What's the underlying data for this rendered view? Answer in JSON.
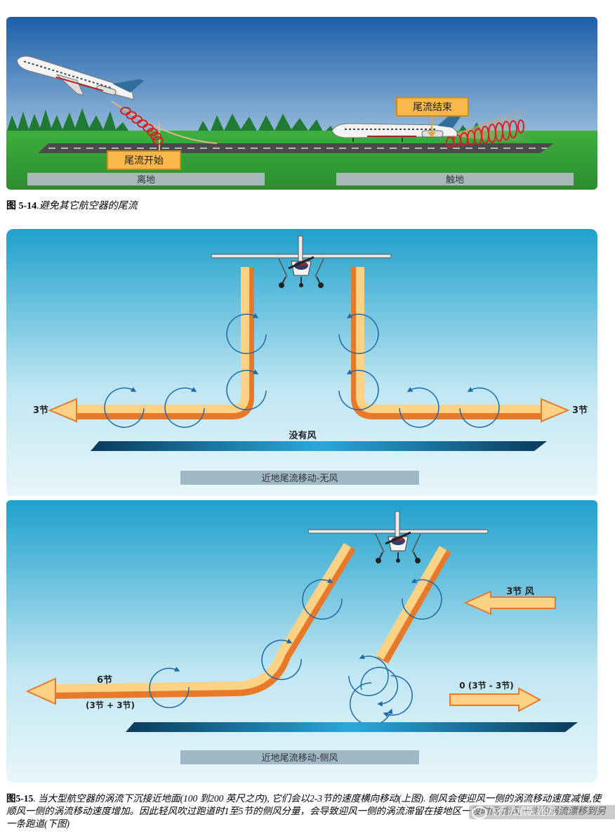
{
  "figure1": {
    "labels": {
      "wake_start": "尾流开始",
      "wake_end": "尾流结束",
      "takeoff": "离地",
      "touchdown": "触地"
    },
    "caption_number": "图 5-14",
    "caption_text": ".避免其它航空器的尾流"
  },
  "figure2": {
    "left_speed": "3节",
    "right_speed": "3节",
    "no_wind": "没有风",
    "bar_label": "近地尾流移动-无风"
  },
  "figure3": {
    "left_speed": "6节",
    "left_speed_sum": "(3节 + 3节)",
    "wind_label": "3节 风",
    "right_speed_diff": "0 (3节 - 3节)",
    "bar_label": "近地尾流移动-侧风"
  },
  "caption2": {
    "number": "图5-15",
    "text": ". 当大型航空器的涡流下沉接近地面(100 到200 英尺之内), 它们会以2-3节的速度横向移动(上图). 侧风会使迎风一侧的涡流移动速度减慢,使顺风一侧的涡流移动速度增加。因此轻风吹过跑道时1至5节的侧风分量，会导致迎风一侧的涡流滞留在接地区一段时间 顺风一侧的涡流漂移到另一条跑道(下图)"
  },
  "watermark": "飞行员航医建国"
}
